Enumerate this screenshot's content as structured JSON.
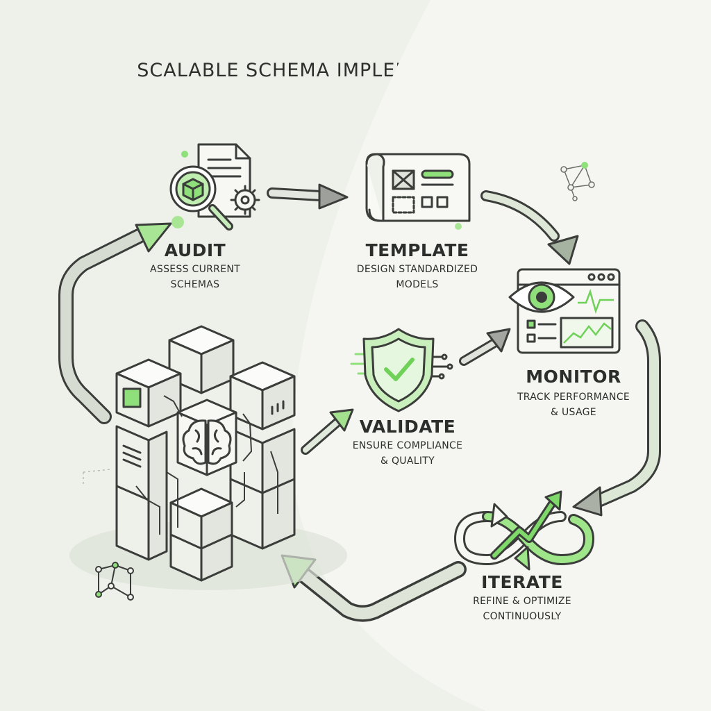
{
  "title": "SCALABLE SCHEMA IMPLEMENTATION FLOW",
  "colors": {
    "accent": "#8fe07a",
    "accent_soft": "#d6f2cc",
    "ink": "#3a3d3a",
    "background": "#eef0ea"
  },
  "steps": [
    {
      "name": "AUDIT",
      "description": [
        "ASSESS CURRENT",
        "SCHEMAS"
      ],
      "icon": "magnifier-document-gear-icon"
    },
    {
      "name": "TEMPLATE",
      "description": [
        "DESIGN STANDARDIZED",
        "MODELS"
      ],
      "icon": "blueprint-icon"
    },
    {
      "name": "MONITOR",
      "description": [
        "TRACK PERFORMANCE",
        "& USAGE"
      ],
      "icon": "eye-dashboard-icon"
    },
    {
      "name": "VALIDATE",
      "description": [
        "ENSURE COMPLIANCE",
        "& QUALITY"
      ],
      "icon": "shield-check-icon"
    },
    {
      "name": "ITERATE",
      "description": [
        "REFINE & OPTIMIZE",
        "CONTINUOUSLY"
      ],
      "icon": "infinity-arrow-icon"
    }
  ],
  "hub_icon": "brain-cube-cluster-icon"
}
